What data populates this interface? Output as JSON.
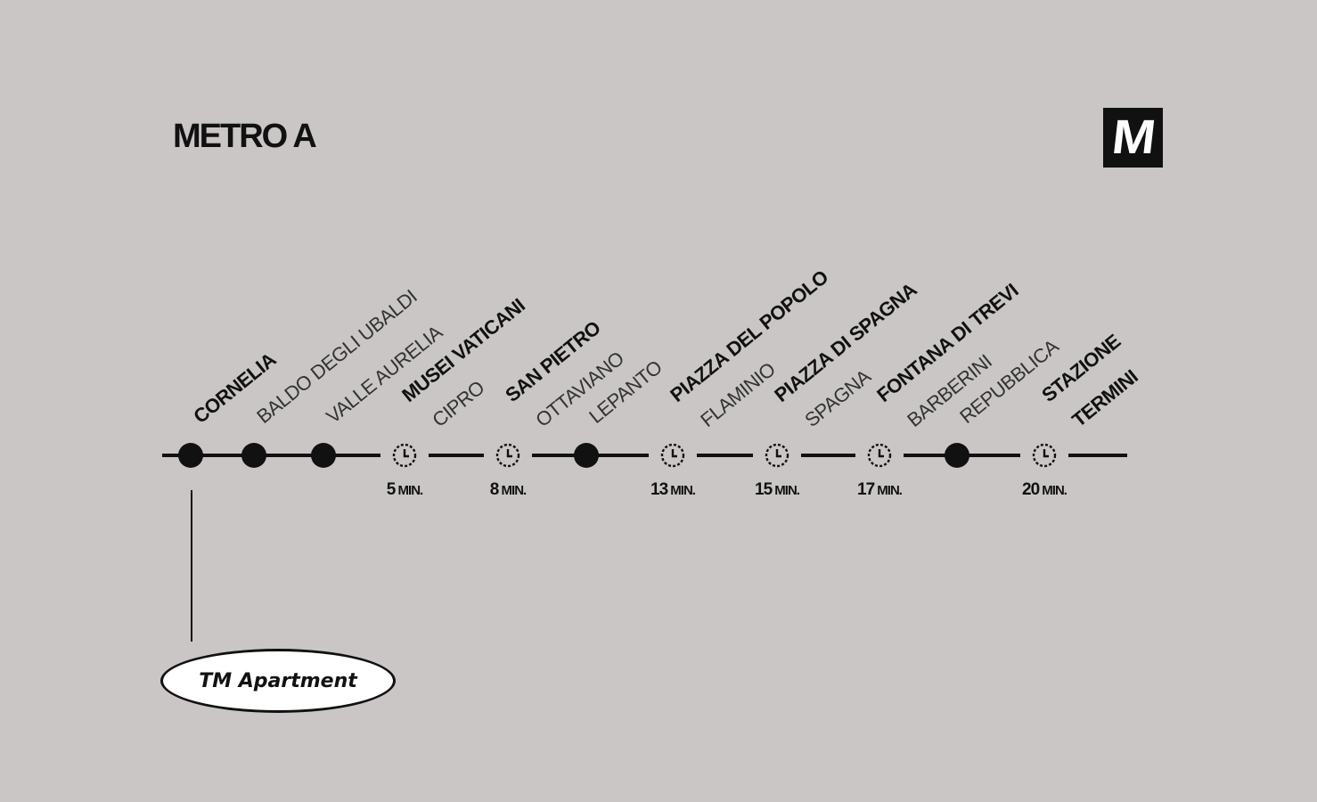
{
  "title": "METRO A",
  "logo_letter": "M",
  "stations": [
    {
      "name": "CORNELIA",
      "weight": "bold",
      "marker": "dot"
    },
    {
      "name": "BALDO DEGLI UBALDI",
      "weight": "light",
      "marker": "dot"
    },
    {
      "name": "VALLE AURELIA",
      "weight": "light",
      "marker": "dot"
    },
    {
      "name": "MUSEI VATICANI",
      "sub": "CIPRO",
      "weight": "bold",
      "marker": "clock",
      "minutes": "5",
      "unit": "MIN."
    },
    {
      "name": "SAN PIETRO",
      "sub": "OTTAVIANO",
      "weight": "bold",
      "marker": "clock",
      "minutes": "8",
      "unit": "MIN."
    },
    {
      "name": "LEPANTO",
      "weight": "light",
      "marker": "dot"
    },
    {
      "name": "PIAZZA DEL POPOLO",
      "sub": "FLAMINIO",
      "weight": "bold",
      "marker": "clock",
      "minutes": "13",
      "unit": "MIN."
    },
    {
      "name": "PIAZZA DI SPAGNA",
      "sub": "SPAGNA",
      "weight": "bold",
      "marker": "clock",
      "minutes": "15",
      "unit": "MIN."
    },
    {
      "name": "FONTANA DI TREVI",
      "sub": "BARBERINI",
      "weight": "bold",
      "marker": "clock",
      "minutes": "17",
      "unit": "MIN."
    },
    {
      "name": "REPUBBLICA",
      "weight": "light",
      "marker": "dot"
    },
    {
      "name": "STAZIONE",
      "sub": "TERMINI",
      "weight": "bold",
      "sub_weight": "bold",
      "marker": "clock",
      "minutes": "20",
      "unit": "MIN."
    }
  ],
  "apartment_label": "TM Apartment"
}
